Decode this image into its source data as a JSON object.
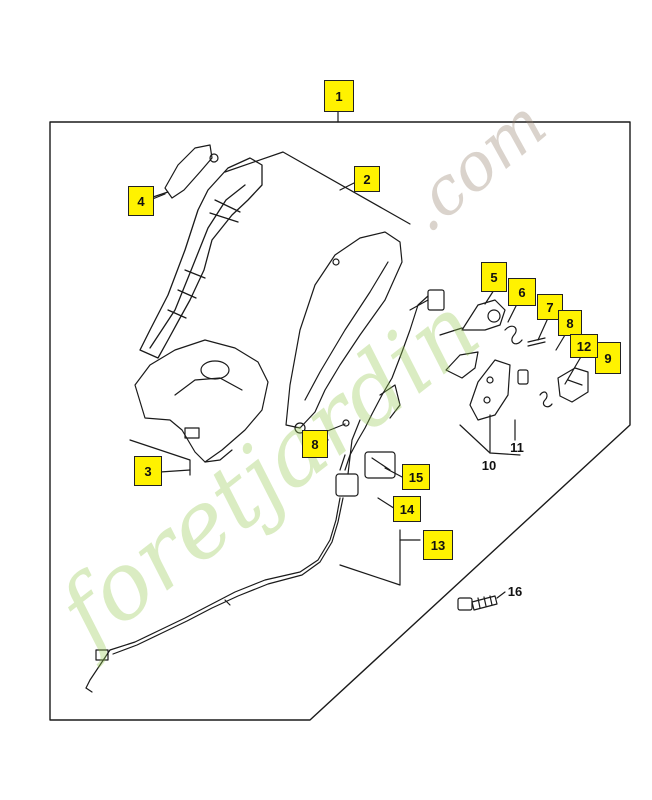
{
  "watermark": {
    "brand": "foretjardin",
    "site": ".com"
  },
  "callouts": [
    {
      "id": "c1",
      "label": "1",
      "boxed": true
    },
    {
      "id": "c2",
      "label": "2",
      "boxed": true
    },
    {
      "id": "c3",
      "label": "3",
      "boxed": true
    },
    {
      "id": "c4",
      "label": "4",
      "boxed": true
    },
    {
      "id": "c5",
      "label": "5",
      "boxed": true
    },
    {
      "id": "c6",
      "label": "6",
      "boxed": true
    },
    {
      "id": "c7",
      "label": "7",
      "boxed": true
    },
    {
      "id": "c8a",
      "label": "8",
      "boxed": true
    },
    {
      "id": "c8b",
      "label": "8",
      "boxed": true
    },
    {
      "id": "c9",
      "label": "9",
      "boxed": true
    },
    {
      "id": "c10",
      "label": "10",
      "boxed": false
    },
    {
      "id": "c11",
      "label": "11",
      "boxed": false
    },
    {
      "id": "c12",
      "label": "12",
      "boxed": true
    },
    {
      "id": "c13",
      "label": "13",
      "boxed": true
    },
    {
      "id": "c14",
      "label": "14",
      "boxed": true
    },
    {
      "id": "c15",
      "label": "15",
      "boxed": true
    },
    {
      "id": "c16",
      "label": "16",
      "boxed": false
    }
  ]
}
